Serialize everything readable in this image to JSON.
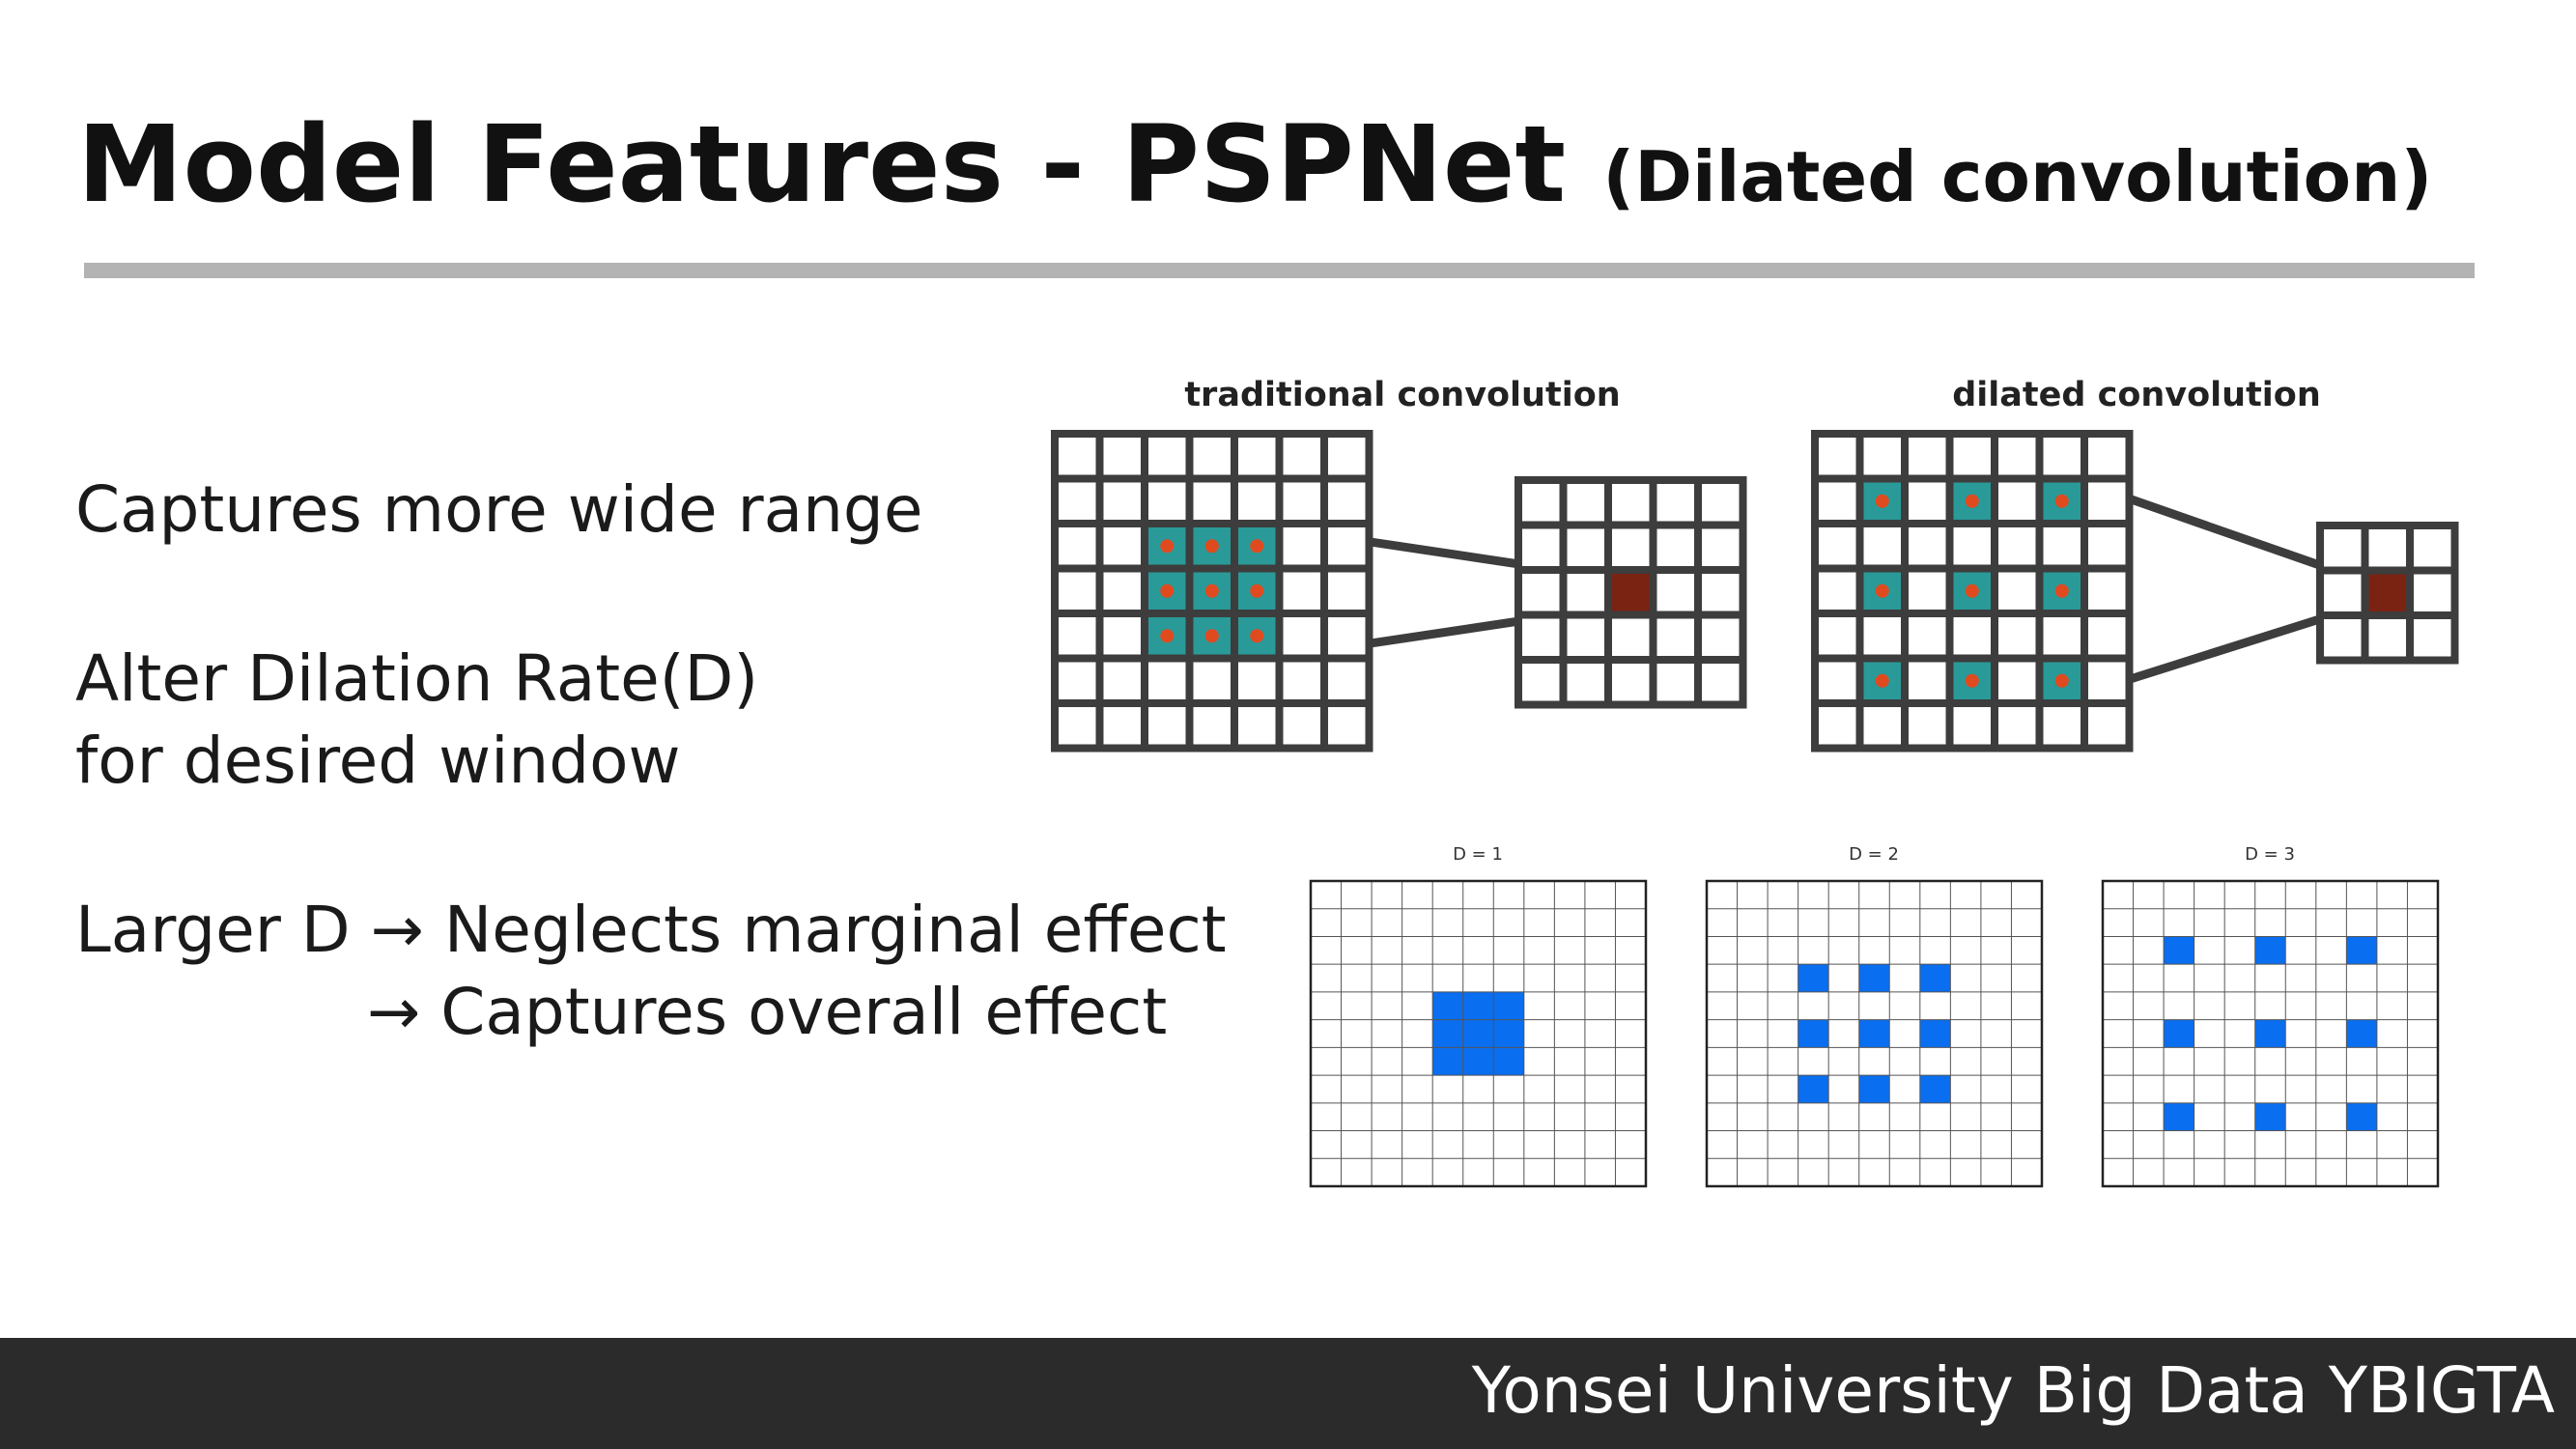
{
  "slide": {
    "title_main": "Model Features - PSPNet",
    "title_sub": "(Dilated convolution)"
  },
  "bullets": {
    "line1": "Captures more wide range",
    "line2": "Alter Dilation Rate(D)",
    "line3": "for desired window",
    "line4": "Larger D → Neglects marginal effect",
    "line5": "→ Captures overall effect"
  },
  "diagram_top": {
    "traditional_label": "traditional convolution",
    "dilated_label": "dilated convolution"
  },
  "diagram_bottom": {
    "labels": [
      "D = 1",
      "D = 2",
      "D = 3"
    ]
  },
  "colors": {
    "teal": "#2a9a98",
    "red_dot": "#e04a1f",
    "output_cell": "#7a2312",
    "grid_dark": "#3d3d3d",
    "blue": "#0a6ef0",
    "rule_gray": "#b3b3b3",
    "footer_bg": "#2b2b2b"
  },
  "footer": {
    "text": "Yonsei University Big Data YBIGTA"
  }
}
